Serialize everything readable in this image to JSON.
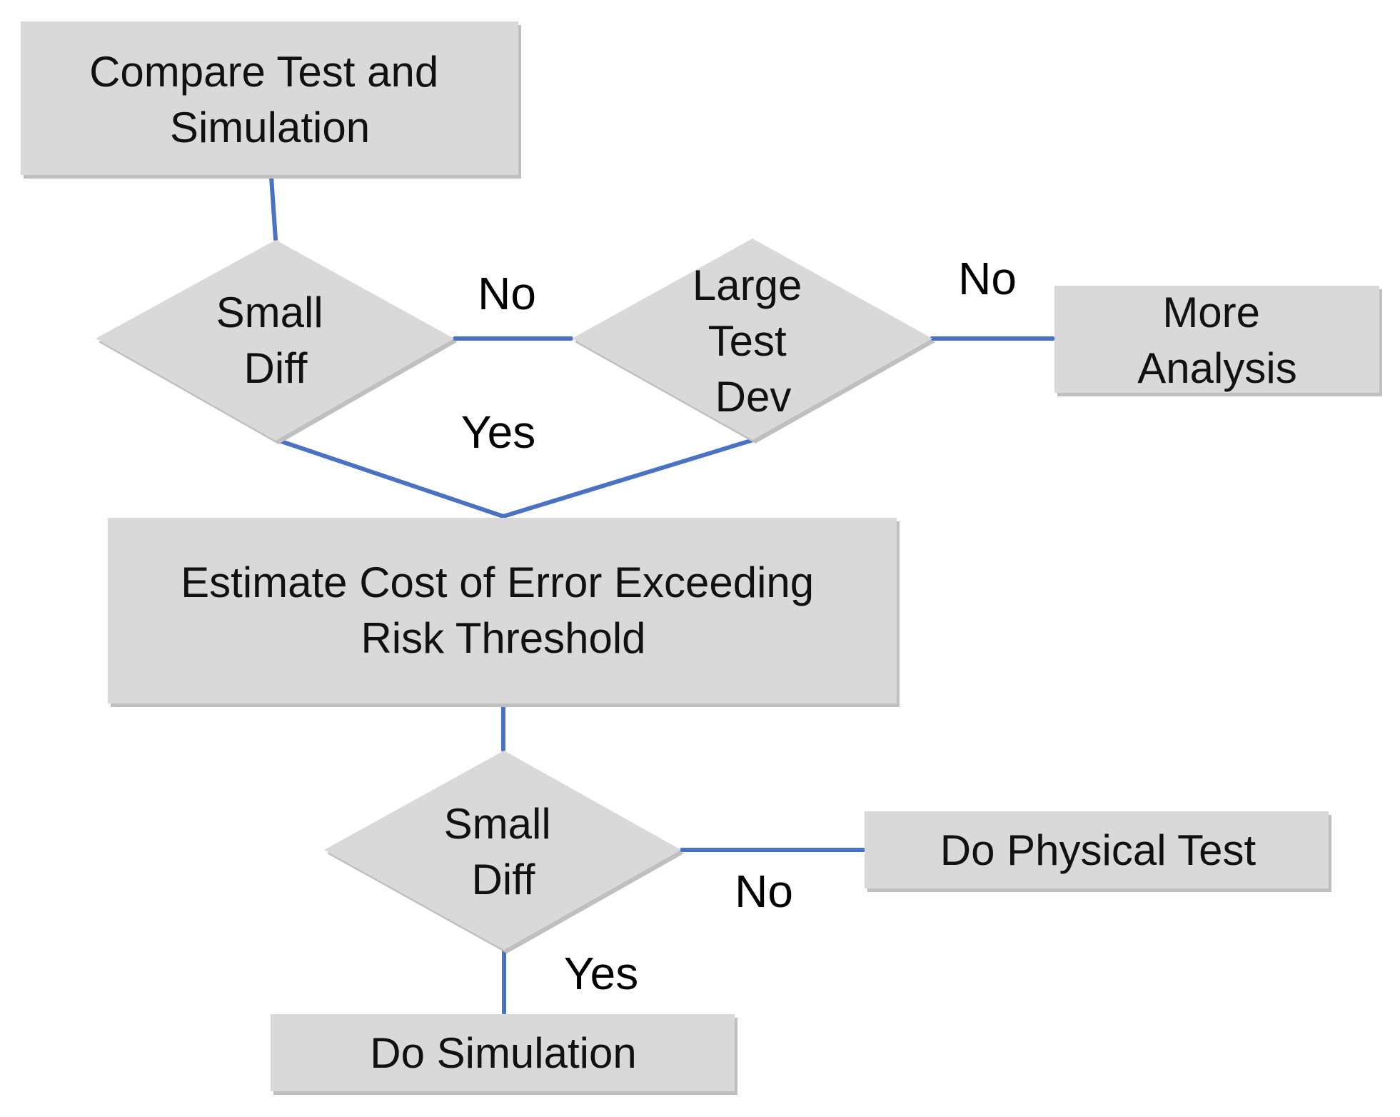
{
  "colors": {
    "node_fill": "#d9d9d9",
    "node_shadow": "#bfbfbf",
    "connector": "#4a72c4",
    "text": "#111111"
  },
  "nodes": {
    "compare": {
      "lines": [
        "Compare Test and",
        "Simulation"
      ]
    },
    "small_diff_1": {
      "lines": [
        "Small",
        "Diff"
      ]
    },
    "large_test_dev": {
      "lines": [
        "Large",
        "Test",
        "Dev"
      ]
    },
    "more_analysis": {
      "lines": [
        "More",
        "Analysis"
      ]
    },
    "estimate_cost": {
      "lines": [
        "Estimate Cost of Error Exceeding",
        "Risk Threshold"
      ]
    },
    "small_diff_2": {
      "lines": [
        "Small",
        "Diff"
      ]
    },
    "physical_test": {
      "lines": [
        "Do Physical Test"
      ]
    },
    "do_simulation": {
      "lines": [
        "Do Simulation"
      ]
    }
  },
  "edge_labels": {
    "no_1": "No",
    "no_2": "No",
    "yes_1": "Yes",
    "no_3": "No",
    "yes_2": "Yes"
  }
}
